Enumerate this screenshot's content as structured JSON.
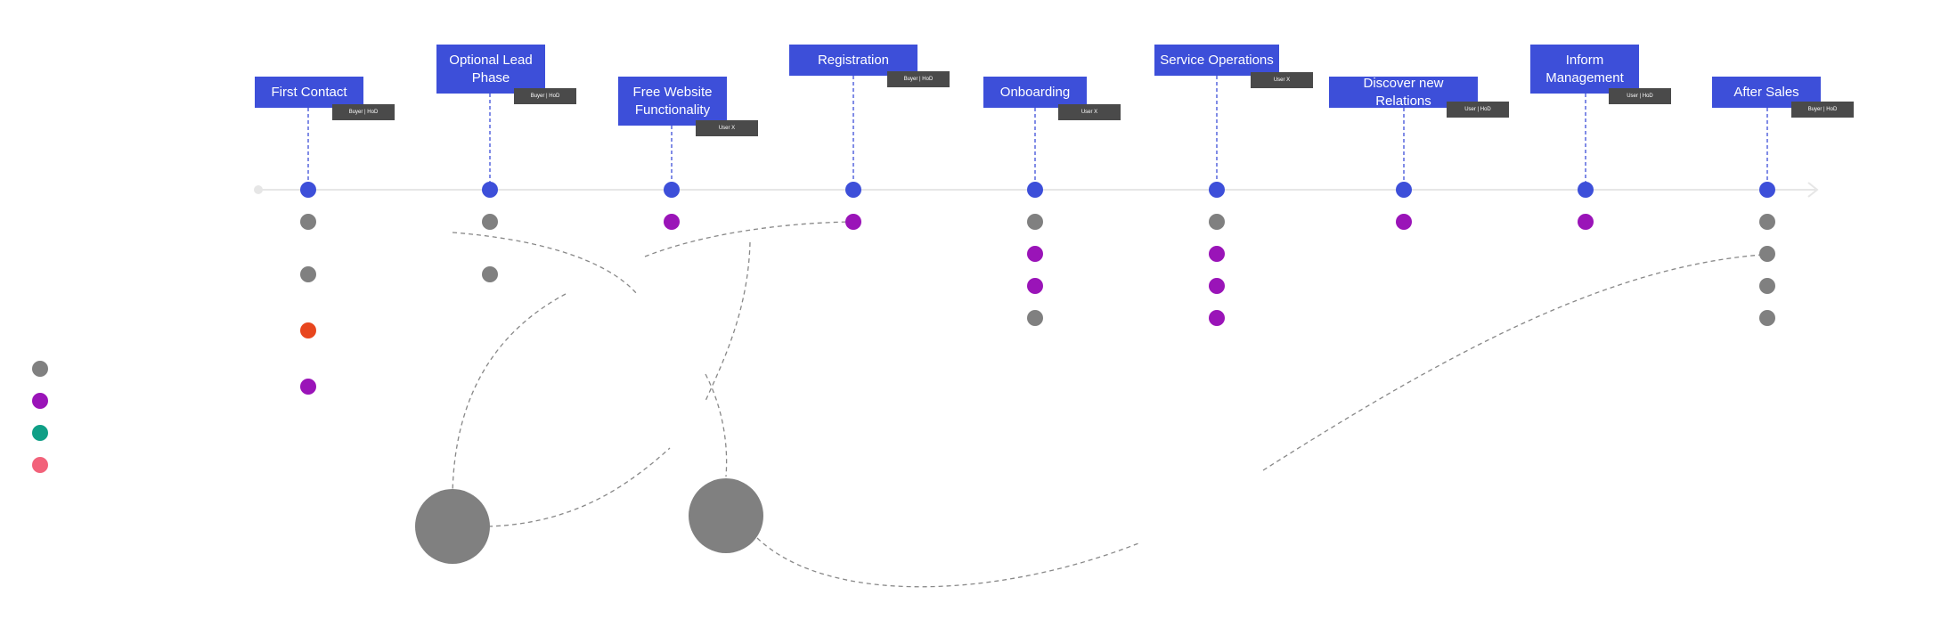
{
  "colors": {
    "phase": "#3d4fd9",
    "tag": "#4a4a4a",
    "timeline": "#e6e6e6",
    "milestone": "#3d4fd9",
    "gray": "#808080",
    "purple": "#9a14b8",
    "orange": "#e8461e",
    "teal": "#0f9f86",
    "pink": "#f2627a",
    "connector": "#888888"
  },
  "phases": [
    {
      "title": "First Contact",
      "tag": "Buyer | HoD"
    },
    {
      "title": "Optional Lead Phase",
      "tag": "Buyer | HoD"
    },
    {
      "title": "Free Website Functionality",
      "tag": "User X"
    },
    {
      "title": "Registration",
      "tag": "Buyer | HoD"
    },
    {
      "title": "Onboarding",
      "tag": "User X"
    },
    {
      "title": "Service Operations",
      "tag": "User X"
    },
    {
      "title": "Discover new Relations",
      "tag": "User | HoD"
    },
    {
      "title": "Inform Management",
      "tag": "User | HoD"
    },
    {
      "title": "After Sales",
      "tag": "Buyer | HoD"
    }
  ],
  "phase_dots": [
    [
      "gray",
      "gray",
      "orange",
      "purple"
    ],
    [
      "gray",
      "gray"
    ],
    [
      "purple"
    ],
    [
      "purple"
    ],
    [
      "gray",
      "purple",
      "purple",
      "gray"
    ],
    [
      "gray",
      "purple",
      "purple",
      "purple"
    ],
    [
      "purple"
    ],
    [
      "purple"
    ],
    [
      "gray",
      "gray",
      "gray",
      "gray"
    ]
  ],
  "legend": [
    {
      "color": "gray",
      "icon": "gray-dot-icon"
    },
    {
      "color": "purple",
      "icon": "purple-dot-icon"
    },
    {
      "color": "teal",
      "icon": "teal-dot-icon"
    },
    {
      "color": "pink",
      "icon": "pink-dot-icon"
    }
  ]
}
